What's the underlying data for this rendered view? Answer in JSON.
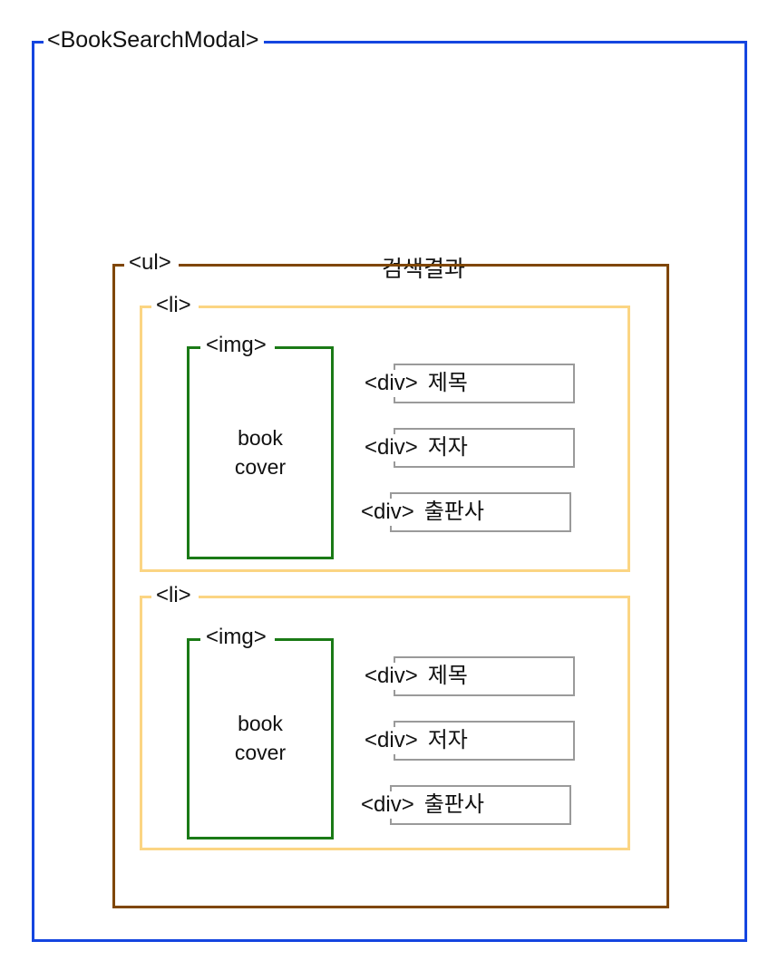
{
  "diagram": {
    "type": "component-structure-wireframe",
    "colors": {
      "modal_border": "#1445e0",
      "ul_border": "#7f4600",
      "li_border": "#fbd583",
      "img_border": "#1a7a16",
      "field_border": "#9a9a9a",
      "text": "#111111",
      "background": "#ffffff"
    },
    "modal": {
      "label": "<BookSearchModal>",
      "heading": "검색결과",
      "list": {
        "label": "<ul>",
        "items": [
          {
            "label": "<li>",
            "image": {
              "label": "<img>",
              "caption_line1": "book",
              "caption_line2": "cover"
            },
            "fields": [
              {
                "tag": "<div>",
                "value": "제목"
              },
              {
                "tag": "<div>",
                "value": "저자"
              },
              {
                "tag": "<div>",
                "value": "출판사"
              }
            ]
          },
          {
            "label": "<li>",
            "image": {
              "label": "<img>",
              "caption_line1": "book",
              "caption_line2": "cover"
            },
            "fields": [
              {
                "tag": "<div>",
                "value": "제목"
              },
              {
                "tag": "<div>",
                "value": "저자"
              },
              {
                "tag": "<div>",
                "value": "출판사"
              }
            ]
          }
        ]
      }
    }
  }
}
